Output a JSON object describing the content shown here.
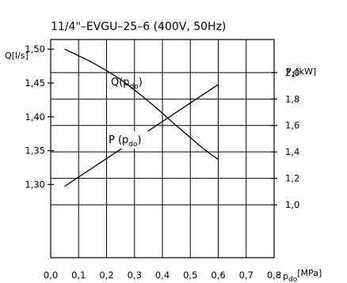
{
  "chart_data": {
    "type": "line",
    "title": "11/4\"–EVGU–25–6 (400V, 50Hz)",
    "x_axis": {
      "label_main": "p",
      "label_sub": "do",
      "label_unit": "[MPa]",
      "range": [
        0.0,
        0.8
      ],
      "ticks": [
        0.0,
        0.1,
        0.2,
        0.3,
        0.4,
        0.5,
        0.6,
        0.7,
        0.8
      ],
      "tick_labels": [
        "0,0",
        "0,1",
        "0,2",
        "0,3",
        "0,4",
        "0,5",
        "0,6",
        "0,7",
        "0,8"
      ]
    },
    "y_left": {
      "label": "Q[l/s]",
      "range": [
        1.1917,
        1.5143
      ],
      "ticks": [
        1.5,
        1.45,
        1.4,
        1.35,
        1.3
      ],
      "tick_labels": [
        "1,50",
        "1,45",
        "1,40",
        "1,35",
        "1,30"
      ]
    },
    "y_right": {
      "label_main": "P",
      "label_sub": "1",
      "label_unit": "[kW]",
      "range": [
        0.6,
        2.25
      ],
      "ticks": [
        2.0,
        1.8,
        1.6,
        1.4,
        1.2,
        1.0
      ],
      "tick_labels": [
        "2,0",
        "1,8",
        "1,6",
        "1,4",
        "1,2",
        "1,0"
      ]
    },
    "grid": true,
    "series": [
      {
        "name": "Q(p_do)",
        "label_main": "Q(p",
        "label_sub": "do",
        "label_end": ")",
        "axis": "left",
        "x": [
          0.05,
          0.15,
          0.25,
          0.35,
          0.45,
          0.55,
          0.6
        ],
        "y": [
          1.5,
          1.48,
          1.455,
          1.423,
          1.387,
          1.352,
          1.337
        ]
      },
      {
        "name": "P (p_do)",
        "label_main": "P (p",
        "label_sub": "do",
        "label_end": ")",
        "axis": "right",
        "x": [
          0.05,
          0.6
        ],
        "y": [
          1.14,
          1.91
        ]
      }
    ]
  }
}
